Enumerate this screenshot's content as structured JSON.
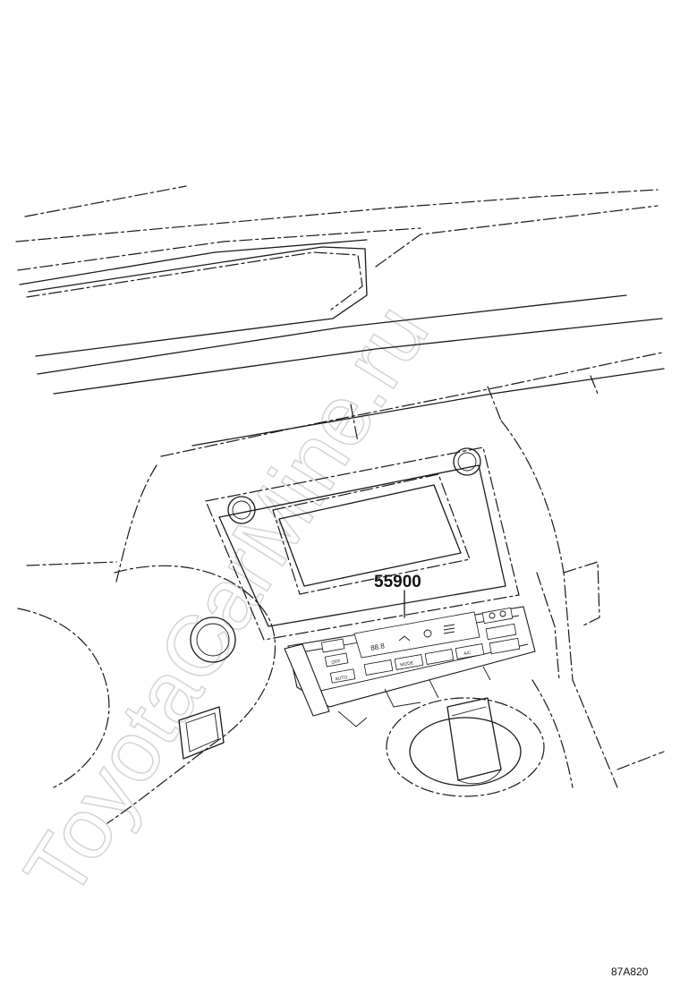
{
  "watermark": "ToyotaCarMine.ru",
  "callout": {
    "part_number": "55900"
  },
  "diagram_id": "87A820",
  "panel_labels": {
    "temp_display": "88.8",
    "off": "OFF",
    "auto": "AUTO",
    "mode": "MODE",
    "ac": "A/C"
  },
  "colors": {
    "line": "#1a1a1a",
    "watermark": "#d6d6d6",
    "background": "#ffffff"
  }
}
